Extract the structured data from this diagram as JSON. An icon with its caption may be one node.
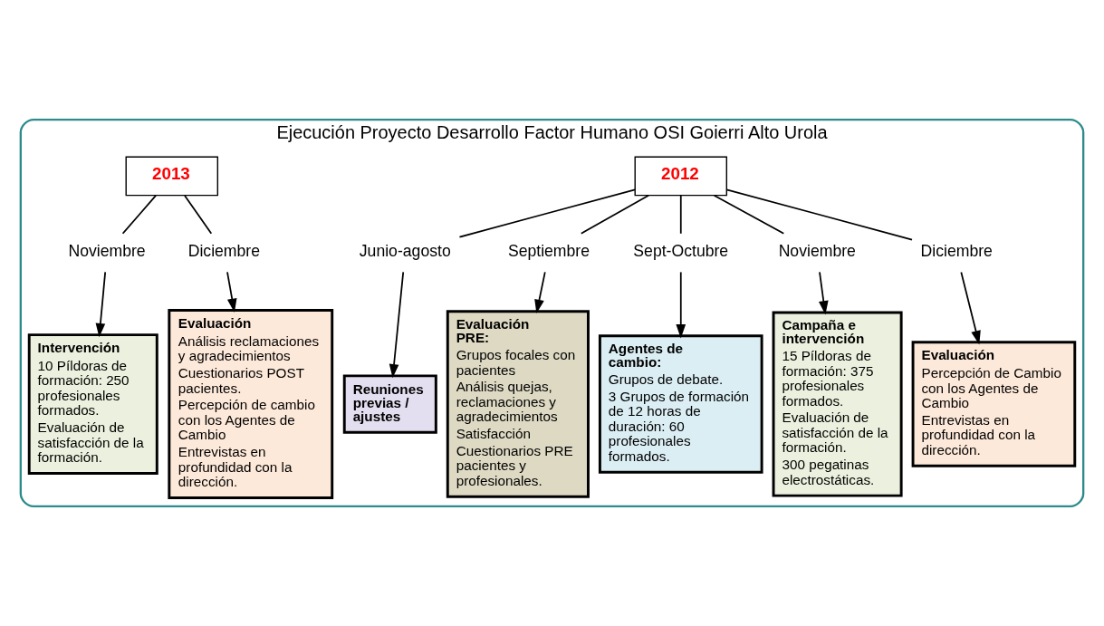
{
  "diagram": {
    "nodes": [
      {
        "text": [
          "Ejecución Proyecto Desarrollo Factor Humano OSI Goierri Alto Urola"
        ]
      },
      {
        "text": [
          "2012"
        ],
        "in": 0
      },
      {
        "text": [
          "Junio-agosto"
        ],
        "in": 0
      },
      {
        "text": [
          "Septiembre"
        ],
        "in": 0
      },
      {
        "text": [
          "Sept-Octubre"
        ],
        "in": 0
      },
      {
        "text": [
          "Noviembre"
        ],
        "in": 0
      },
      {
        "text": [
          "Diciembre"
        ],
        "in": 0
      },
      {
        "text": [
          "2013"
        ],
        "in": 0
      },
      {
        "text": [
          "Noviembre"
        ],
        "in": 0
      },
      {
        "text": [
          "Diciembre"
        ],
        "in": 0
      },
      {
        "text": [
          "Reuniones previas / ajustes"
        ],
        "in": 0
      },
      {
        "text": [
          "Evaluación PRE:",
          "Grupos focales con pacientes",
          "Análisis quejas, reclamaciones y agradecimientos",
          "Satisfacción",
          "Cuestionarios PRE pacientes y profesionales."
        ],
        "in": 0
      },
      {
        "text": [
          "Agentes de cambio:",
          "Grupos de debate.",
          "3 Grupos de formación de 12 horas de duración: 60 profesionales formados."
        ],
        "in": 0
      },
      {
        "text": [
          "Campaña e intervención",
          "15 Píldoras de formación: 375 profesionales formados.",
          "Evaluación de satisfacción de la formación.",
          "300 pegatinas electrostáticas."
        ],
        "in": 0
      },
      {
        "text": [
          "Evaluación",
          "Percepción de Cambio con los Agentes de Cambio",
          "Entrevistas en profundidad con la dirección."
        ],
        "in": 0
      },
      {
        "text": [
          "Intervención",
          "10 Píldoras de formación: 250 profesionales formados.",
          "Evaluación de satisfacción de la formación."
        ],
        "in": 0
      },
      {
        "text": [
          "Evaluación",
          "Análisis reclamaciones y agradecimientos",
          "Cuestionarios POST pacientes.",
          "Percepción de cambio con los Agentes de Cambio",
          "Entrevistas en profundidad con la dirección."
        ],
        "in": 0
      }
    ],
    "edges": [
      {
        "from": 1,
        "to": 2,
        "arrow": "none"
      },
      {
        "from": 1,
        "to": 3,
        "arrow": "none"
      },
      {
        "from": 1,
        "to": 4,
        "arrow": "none"
      },
      {
        "from": 1,
        "to": 5,
        "arrow": "none"
      },
      {
        "from": 1,
        "to": 6,
        "arrow": "none"
      },
      {
        "from": 7,
        "to": 8,
        "arrow": "none"
      },
      {
        "from": 7,
        "to": 9,
        "arrow": "none"
      },
      {
        "from": 2,
        "to": 10,
        "arrow": "to"
      },
      {
        "from": 3,
        "to": 11,
        "arrow": "to"
      },
      {
        "from": 4,
        "to": 12,
        "arrow": "to"
      },
      {
        "from": 5,
        "to": 13,
        "arrow": "to"
      },
      {
        "from": 6,
        "to": 14,
        "arrow": "to"
      },
      {
        "from": 8,
        "to": 15,
        "arrow": "to"
      },
      {
        "from": 9,
        "to": 16,
        "arrow": "to"
      }
    ]
  }
}
